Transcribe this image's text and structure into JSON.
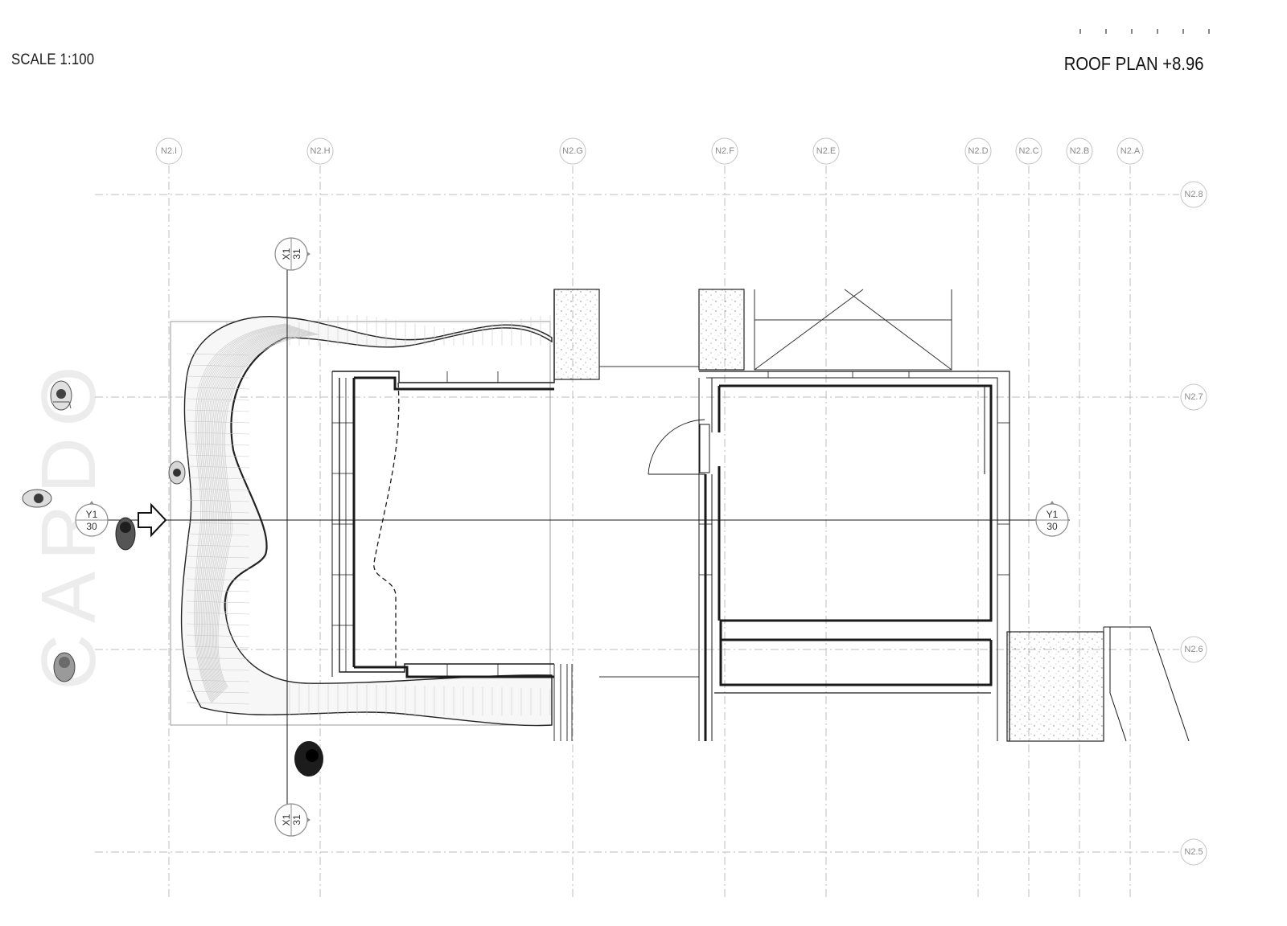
{
  "drawing": {
    "scale_label": "SCALE 1:100",
    "title": "ROOF PLAN +8.96",
    "watermark": "CARDO"
  },
  "grid": {
    "columns": [
      "N2.I",
      "N2.H",
      "N2.G",
      "N2.F",
      "N2.E",
      "N2.D",
      "N2.C",
      "N2.B",
      "N2.A"
    ],
    "rows": [
      "N2.8",
      "N2.7",
      "N2.6",
      "N2.5"
    ]
  },
  "sections": {
    "x1_top": {
      "ref": "X1",
      "sheet": "31"
    },
    "x1_bottom": {
      "ref": "X1",
      "sheet": "31"
    },
    "y1_left": {
      "ref": "Y1",
      "sheet": "30"
    },
    "y1_right": {
      "ref": "Y1",
      "sheet": "30"
    }
  },
  "colors": {
    "line": "#1a1a1a",
    "grid": "#bdbdbd",
    "bubble_text": "#8a8a8a",
    "marker_fill": "#8c8c8c",
    "watermark": "#ececec"
  }
}
